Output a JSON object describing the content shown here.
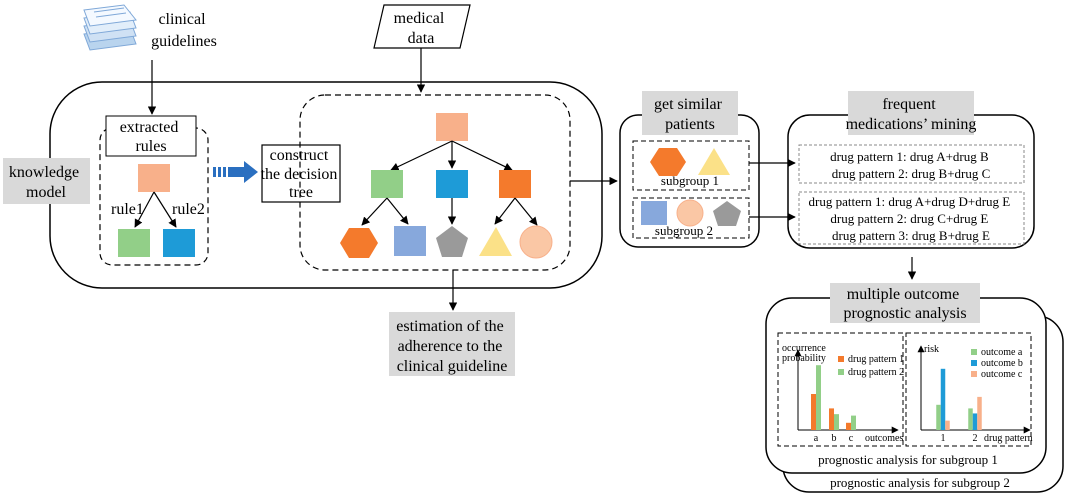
{
  "inputs": {
    "clinical_guidelines": [
      "clinical",
      "guidelines"
    ],
    "medical_data": [
      "medical",
      "data"
    ]
  },
  "knowledge_model": {
    "label": [
      "knowledge",
      "model"
    ],
    "extracted_rules": [
      "extracted",
      "rules"
    ],
    "rule1": "rule1",
    "rule2": "rule2",
    "construct_tree": [
      "construct",
      "the decision",
      "tree"
    ]
  },
  "estimation": [
    "estimation of the",
    "adherence to the",
    "clinical guideline"
  ],
  "similar_patients": {
    "title": [
      "get similar",
      "patients"
    ],
    "subgroup1": "subgroup 1",
    "subgroup2": "subgroup 2"
  },
  "mining": {
    "title": [
      "frequent",
      "medications’ mining"
    ],
    "group1": [
      "drug pattern 1: drug A+drug B",
      "drug pattern 2: drug B+drug C"
    ],
    "group2": [
      "drug pattern 1: drug A+drug D+drug E",
      "drug pattern 2: drug C+drug E",
      "drug pattern 3: drug B+drug E"
    ]
  },
  "prognostic": {
    "title": [
      "multiple outcome",
      "prognostic analysis"
    ],
    "caption1": "prognostic analysis for subgroup 1",
    "caption2": "prognostic analysis for subgroup 2"
  },
  "colors": {
    "orange": "#f47a2c",
    "peach": "#f8b08a",
    "green": "#92cf88",
    "blue": "#1e9bd7",
    "lightblue": "#87a8dc",
    "gray": "#9a9a9a",
    "yellow": "#fbe188",
    "peachcircle": "#fac7a5",
    "labelbg": "#d9d9d9",
    "arrowblue": "#2a6fc0"
  },
  "chart_data": [
    {
      "type": "bar",
      "ylabel": [
        "occurrence",
        "probability"
      ],
      "xlabel": "outcomes",
      "categories": [
        "a",
        "b",
        "c"
      ],
      "series": [
        {
          "name": "drug pattern 1",
          "values": [
            0.5,
            0.3,
            0.1
          ]
        },
        {
          "name": "drug pattern 2",
          "values": [
            0.9,
            0.22,
            0.2
          ]
        }
      ],
      "ylim": [
        0,
        1
      ]
    },
    {
      "type": "bar",
      "ylabel": [
        "risk"
      ],
      "xlabel": "drug pattern",
      "categories": [
        "1",
        "2"
      ],
      "series": [
        {
          "name": "outcome a",
          "values": [
            0.35,
            0.3
          ]
        },
        {
          "name": "outcome b",
          "values": [
            0.85,
            0.23
          ]
        },
        {
          "name": "outcome c",
          "values": [
            0.13,
            0.46
          ]
        }
      ],
      "ylim": [
        0,
        1
      ]
    }
  ]
}
